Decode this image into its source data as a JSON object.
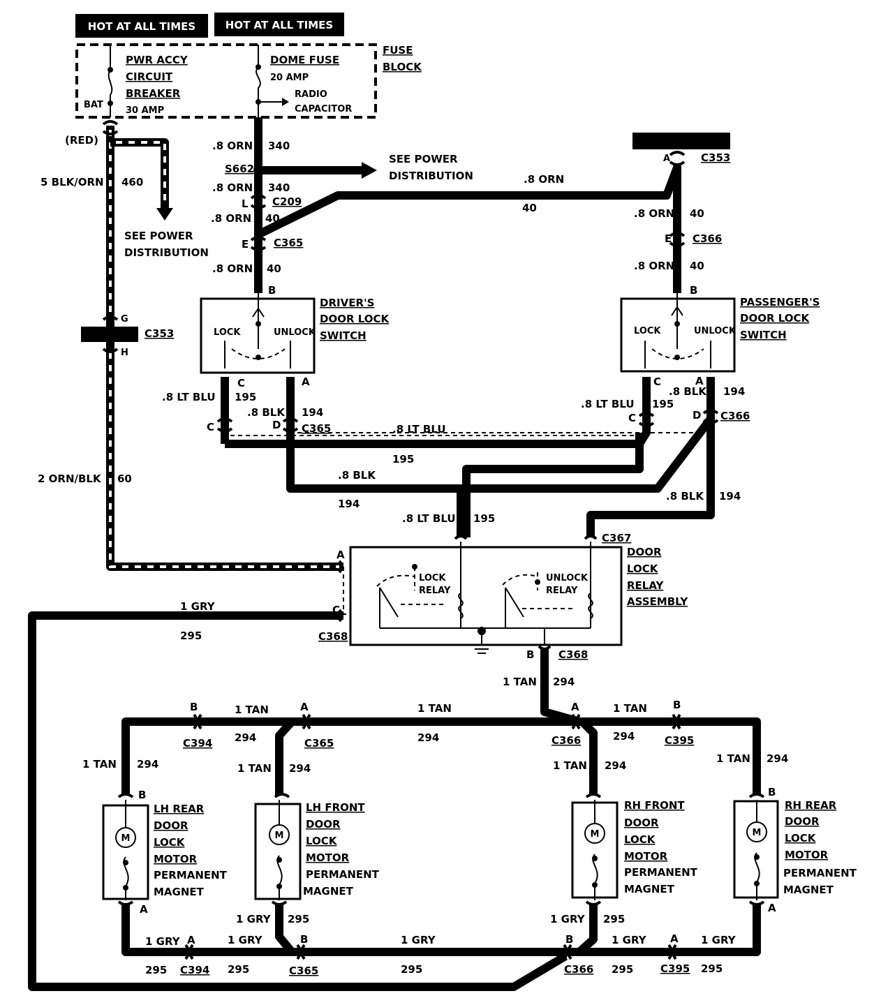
{
  "hot_labels": [
    "HOT AT ALL TIMES",
    "HOT AT ALL TIMES"
  ],
  "fuse_block": {
    "label": [
      "FUSE",
      "BLOCK"
    ],
    "breaker": [
      "PWR ACCY",
      "CIRCUIT",
      "BREAKER"
    ],
    "breaker_rating": "30 AMP",
    "bat": "BAT",
    "dome_fuse": "DOME FUSE",
    "dome_rating": "20 AMP",
    "radio": [
      "RADIO",
      "CAPACITOR"
    ]
  },
  "see_power": [
    "SEE POWER",
    "DISTRIBUTION"
  ],
  "red": "(RED)",
  "splice": "S662",
  "connectors": {
    "c209": "C209",
    "c365": "C365",
    "c353": "C353",
    "c366": "C366",
    "c367": "C367",
    "c368": "C368",
    "c394": "C394",
    "c395": "C395"
  },
  "pins": {
    "a": "A",
    "b": "B",
    "c": "C",
    "d": "D",
    "e": "E",
    "g": "G",
    "h": "H",
    "l": "L"
  },
  "wires": {
    "orn_08": ".8 ORN",
    "n340": "340",
    "n40": "40",
    "blk_orn": "5 BLK/ORN",
    "n460": "460",
    "orn_blk": "2 ORN/BLK",
    "n60": "60",
    "lt_blu": ".8 LT BLU",
    "n195": "195",
    "blk_08": ".8 BLK",
    "n194": "194",
    "gry": "1 GRY",
    "n295": "295",
    "tan": "1 TAN",
    "n294": "294"
  },
  "switches": {
    "driver": [
      "DRIVER'S",
      "DOOR LOCK",
      "SWITCH"
    ],
    "passenger": [
      "PASSENGER'S",
      "DOOR LOCK",
      "SWITCH"
    ],
    "lock": "LOCK",
    "unlock": "UNLOCK"
  },
  "relay": {
    "title": [
      "DOOR",
      "LOCK",
      "RELAY",
      "ASSEMBLY"
    ],
    "lock_relay": [
      "LOCK",
      "RELAY"
    ],
    "unlock_relay": [
      "UNLOCK",
      "RELAY"
    ]
  },
  "motors": {
    "lh_rear": [
      "LH REAR",
      "DOOR",
      "LOCK",
      "MOTOR",
      "PERMANENT",
      "MAGNET"
    ],
    "lh_front": [
      "LH FRONT",
      "DOOR",
      "LOCK",
      "MOTOR",
      "PERMANENT",
      "MAGNET"
    ],
    "rh_front": [
      "RH FRONT",
      "DOOR",
      "LOCK",
      "MOTOR",
      "PERMANENT",
      "MAGNET"
    ],
    "rh_rear": [
      "RH REAR",
      "DOOR",
      "LOCK",
      "MOTOR",
      "PERMANENT",
      "MAGNET"
    ],
    "m": "M"
  }
}
